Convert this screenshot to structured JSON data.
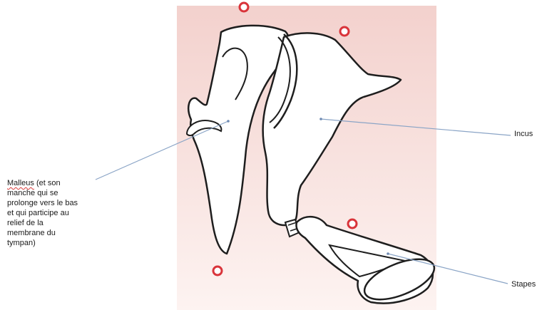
{
  "labels": {
    "malleus_word": "Malleus",
    "malleus_rest": " (et son\nmanche qui se\nprolonge vers le bas\net qui participe au\nrelief de la\nmembrane du\ntympan)",
    "incus": "Incus",
    "stapes": "Stapes"
  },
  "colors": {
    "panel_top": "#f3d1cd",
    "panel_bottom": "#fdf3f1",
    "bone_fill": "#ffffff",
    "bone_stroke": "#1e1e1e",
    "pointer_line": "#8aa4c6",
    "marker_ring": "#d9343a"
  }
}
